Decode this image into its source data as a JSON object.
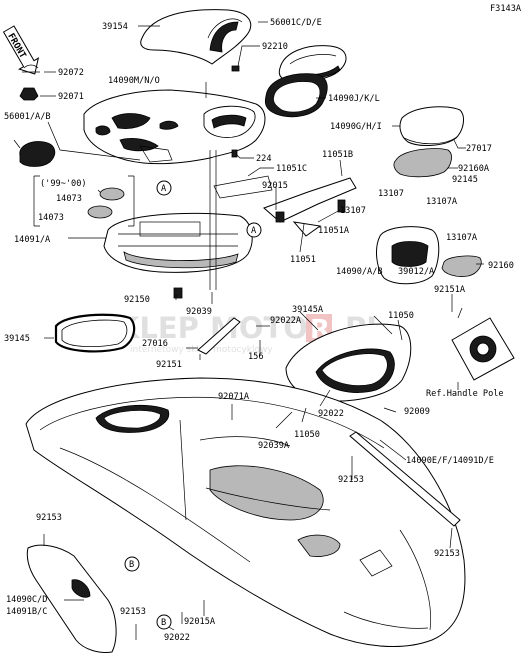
{
  "diagram": {
    "figure_code": "F3143A",
    "front_label": "FRONT",
    "watermark": {
      "brand_a": "SKLEP",
      "brand_b": "MOTO",
      "brand_c": "R",
      "tld": ".PL",
      "tagline": "internetowy sklep motocyklowy"
    },
    "callouts": {
      "c39154": "39154",
      "c56001cde": "56001C/D/E",
      "c92072": "92072",
      "c92210": "92210",
      "c92071": "92071",
      "c14090mno": "14090M/N/O",
      "c14090jkl": "14090J/K/L",
      "c56001ab": "56001/A/B",
      "c14090ghi": "14090G/H/I",
      "c27017": "27017",
      "c224": "224",
      "c11051c": "11051C",
      "c11051b": "11051B",
      "c92160a": "92160A",
      "c9900": "('99~'00)",
      "c92145": "92145",
      "c92015": "92015",
      "c13107a": "13107",
      "c13107b": "13107",
      "c14073a": "14073",
      "c14073b": "14073",
      "c13107ac": "13107A",
      "c11051a": "11051A",
      "c13107ad": "13107A",
      "c14091a": "14091/A",
      "c11051": "11051",
      "c92160": "92160",
      "c14090ab": "14090/A/B",
      "c39012a": "39012/A",
      "c92151a": "92151A",
      "c92150": "92150",
      "c92039": "92039",
      "c39145a": "39145A",
      "c11050a": "11050",
      "c92022a": "92022A",
      "c39145": "39145",
      "c27016": "27016",
      "c156": "156",
      "c92151": "92151",
      "c92009": "92009",
      "c92071a": "92071A",
      "c92022b": "92022",
      "c92039a": "92039A",
      "c11050b": "11050",
      "c14090ef": "14090E/F/14091D/E",
      "c92153a": "92153",
      "c92153b": "92153",
      "c92153c": "92153",
      "c92153d": "92153",
      "c14090cd": "14090C/D",
      "c14091bc": "14091B/C",
      "c92015a": "92015A",
      "c92022c": "92022",
      "ref_handle_pole": "Ref.Handle Pole"
    },
    "markers": {
      "a1": "A",
      "a2": "A",
      "b1": "B",
      "b2": "B"
    }
  }
}
